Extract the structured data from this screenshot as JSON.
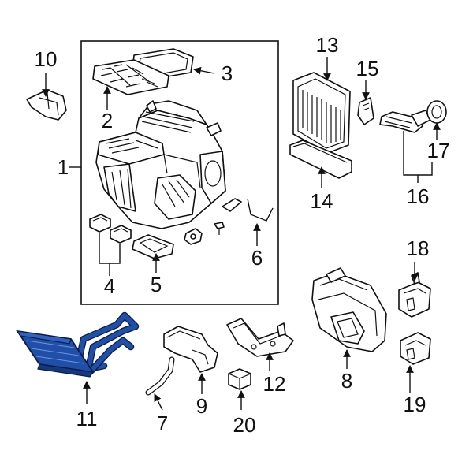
{
  "diagram": {
    "highlight_color": "#1f4fa8",
    "callouts": [
      {
        "id": "1",
        "label": "1"
      },
      {
        "id": "2",
        "label": "2"
      },
      {
        "id": "3",
        "label": "3"
      },
      {
        "id": "4",
        "label": "4"
      },
      {
        "id": "5",
        "label": "5"
      },
      {
        "id": "6",
        "label": "6"
      },
      {
        "id": "7",
        "label": "7"
      },
      {
        "id": "8",
        "label": "8"
      },
      {
        "id": "9",
        "label": "9"
      },
      {
        "id": "10",
        "label": "10"
      },
      {
        "id": "11",
        "label": "11"
      },
      {
        "id": "12",
        "label": "12"
      },
      {
        "id": "13",
        "label": "13"
      },
      {
        "id": "14",
        "label": "14"
      },
      {
        "id": "15",
        "label": "15"
      },
      {
        "id": "16",
        "label": "16"
      },
      {
        "id": "17",
        "label": "17"
      },
      {
        "id": "18",
        "label": "18"
      },
      {
        "id": "19",
        "label": "19"
      },
      {
        "id": "20",
        "label": "20"
      }
    ]
  }
}
